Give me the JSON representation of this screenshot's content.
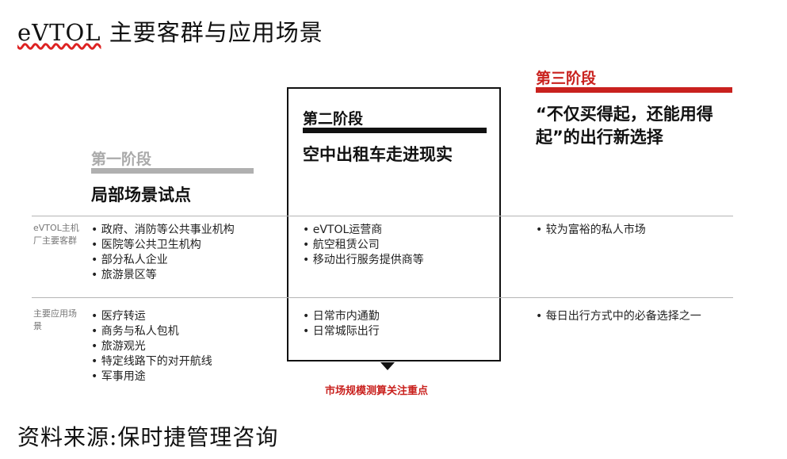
{
  "title_prefix": "eVTOL",
  "title_rest": " 主要客群与应用场景",
  "source": "资料来源:保时捷管理咨询",
  "stages": [
    {
      "label": "第一阶段",
      "desc": "局部场景试点",
      "color": "#aaaaaa"
    },
    {
      "label": "第二阶段",
      "desc": "空中出租车走进现实",
      "color": "#111111"
    },
    {
      "label": "第三阶段",
      "desc": "“不仅买得起，还能用得起”的出行新选择",
      "color": "#c9211e"
    }
  ],
  "rows": [
    {
      "label": "eVTOL主机厂主要客群",
      "cells": [
        [
          "政府、消防等公共事业机构",
          "医院等公共卫生机构",
          "部分私人企业",
          "旅游景区等"
        ],
        [
          "eVTOL运营商",
          "航空租赁公司",
          "移动出行服务提供商等"
        ],
        [
          "较为富裕的私人市场"
        ]
      ]
    },
    {
      "label": "主要应用场景",
      "cells": [
        [
          "医疗转运",
          "商务与私人包机",
          "旅游观光",
          "特定线路下的对开航线",
          "军事用途"
        ],
        [
          "日常市内通勤",
          "日常城际出行"
        ],
        [
          "每日出行方式中的必备选择之一"
        ]
      ]
    }
  ],
  "note": "市场规模测算关注重点"
}
